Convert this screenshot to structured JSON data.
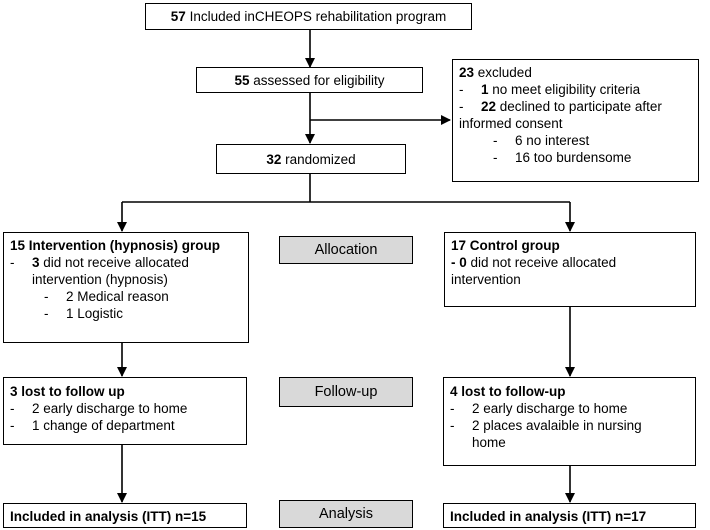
{
  "boxes": {
    "top": {
      "num": "57",
      "text": " Included inCHEOPS rehabilitation program"
    },
    "assessed": {
      "num": "55",
      "text": " assessed for eligibility"
    },
    "randomized": {
      "num": "32",
      "text": " randomized"
    },
    "excluded": {
      "num": "23",
      "text": " excluded",
      "items": [
        {
          "dash": "-",
          "num": "1",
          "text": " no meet eligibility criteria"
        },
        {
          "dash": "-",
          "num": "22",
          "text": " declined to participate after"
        },
        {
          "dash": "",
          "num": "",
          "text": "informed consent"
        }
      ],
      "subitems": [
        {
          "dash": "-",
          "text": "6 no interest"
        },
        {
          "dash": "-",
          "text": "16 too burdensome"
        }
      ]
    },
    "intervention": {
      "title": "15 Intervention (hypnosis) group",
      "line1_dash": "-",
      "line1_num": "3",
      "line1_text": " did not receive allocated",
      "line2_text": "intervention (hypnosis)",
      "subitems": [
        {
          "dash": "-",
          "text": "2 Medical reason"
        },
        {
          "dash": "-",
          "text": "1 Logistic"
        }
      ]
    },
    "control": {
      "title": "17 Control group",
      "line1_num": "- 0",
      "line1_text": " did not receive allocated",
      "line2_text": "intervention"
    },
    "lost_intervention": {
      "title": "3 lost to follow up",
      "items": [
        {
          "dash": "-",
          "text": "2 early discharge to home"
        },
        {
          "dash": "-",
          "text": "1 change of department"
        }
      ]
    },
    "lost_control": {
      "title": "4 lost to follow-up",
      "items": [
        {
          "dash": "-",
          "text": "2 early discharge to home"
        },
        {
          "dash": "-",
          "text": "2 places avalaible in nursing"
        },
        {
          "dash": "",
          "text": "home"
        }
      ]
    },
    "analysis_intervention": {
      "text": "Included in analysis (ITT) n=15"
    },
    "analysis_control": {
      "text": "Included in analysis (ITT) n=17"
    }
  },
  "stages": {
    "allocation": "Allocation",
    "followup": "Follow-up",
    "analysis": "Analysis"
  }
}
